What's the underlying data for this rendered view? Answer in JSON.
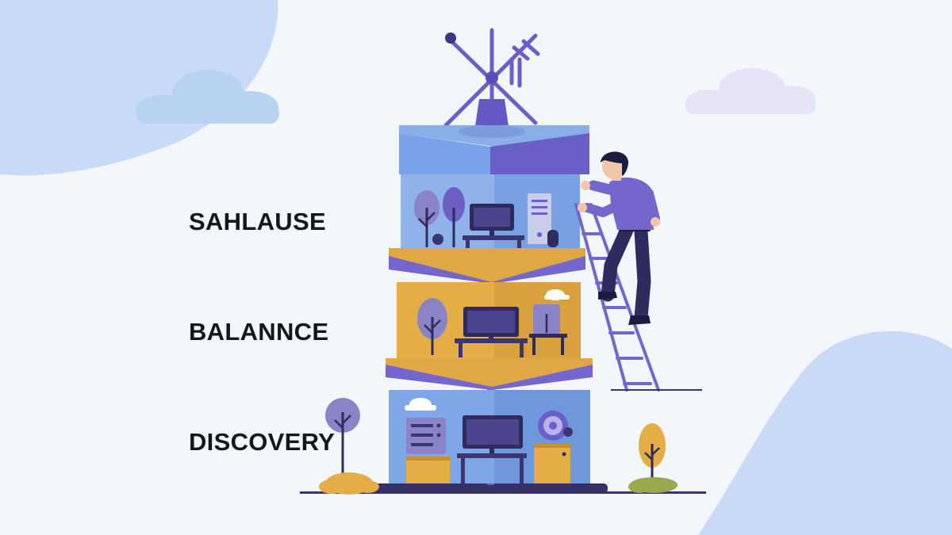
{
  "labels": {
    "top": "SAHLAUSE",
    "middle": "BALANNCE",
    "bottom": "DISCOVERY"
  },
  "colors": {
    "background": "#f3f6fb",
    "blob": "#c9daf6",
    "purple": "#7466cc",
    "purple_dark": "#4b3f9a",
    "blue_panel": "#7fa6e6",
    "gold": "#e5ad45",
    "navy": "#2f2b5e"
  }
}
